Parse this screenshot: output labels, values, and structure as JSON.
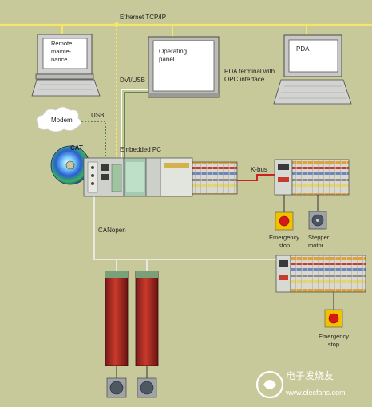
{
  "labels": {
    "ethernet": "Ethernet TCP/IP",
    "remote_line1": "Remote",
    "remote_line2": "mainte-",
    "remote_line3": "nance",
    "operating_line1": "Operating",
    "operating_line2": "panel",
    "pda": "PDA",
    "pda_terminal_line1": "PDA terminal with",
    "pda_terminal_line2": "OPC interface",
    "dvi_usb": "DVI/USB",
    "modem": "Modem",
    "usb": "USB",
    "embedded_pc": "Embedded PC",
    "kbus": "K-bus",
    "canopen": "CANopen",
    "estop1_line1": "Emergency",
    "estop1_line2": "stop",
    "stepper_line1": "Stepper",
    "stepper_line2": "motor",
    "estop2_line1": "Emergency",
    "estop2_line2": "stop",
    "cd_logo": "CAT",
    "watermark": "电子发烧友",
    "watermark_url": "www.elecfans.com"
  },
  "colors": {
    "background": "#c8c99a",
    "ethernet_line": "#f5e66a",
    "usb_line": "#3a6e3a",
    "kbus_line": "#cc2222",
    "canopen_line": "#e8e8e0",
    "estop_box": "#f2c200",
    "estop_button": "#d81818"
  },
  "icons": [
    "computer-icon",
    "monitor-icon",
    "laptop-icon",
    "cloud-icon",
    "cd-icon",
    "plc-icon",
    "emergency-stop-icon",
    "stepper-motor-icon",
    "servo-drive-icon",
    "servo-motor-icon"
  ]
}
